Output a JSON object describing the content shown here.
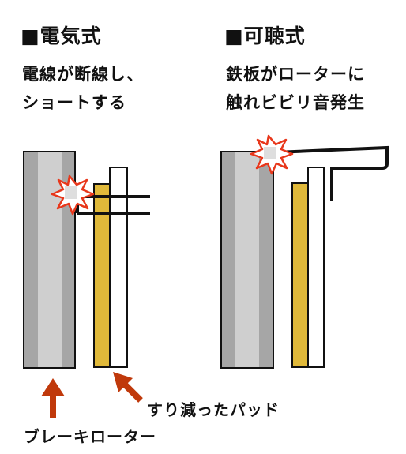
{
  "electric": {
    "title": "■電気式",
    "desc_line1": "電線が断線し、",
    "desc_line2": "ショートする"
  },
  "audible": {
    "title": "■可聴式",
    "desc_line1": "鉄板がローターに",
    "desc_line2": "触れビビリ音発生"
  },
  "labels": {
    "worn_pad": "すり減ったパッド",
    "brake_rotor": "ブレーキローター"
  },
  "colors": {
    "rotor_outer": "#a6a6a6",
    "rotor_inner": "#cfcfcf",
    "pad_friction": "#e0b93a",
    "pad_backing": "#ffffff",
    "arrow": "#c0390b",
    "spark_outline": "#e8371b",
    "line": "#111111"
  }
}
